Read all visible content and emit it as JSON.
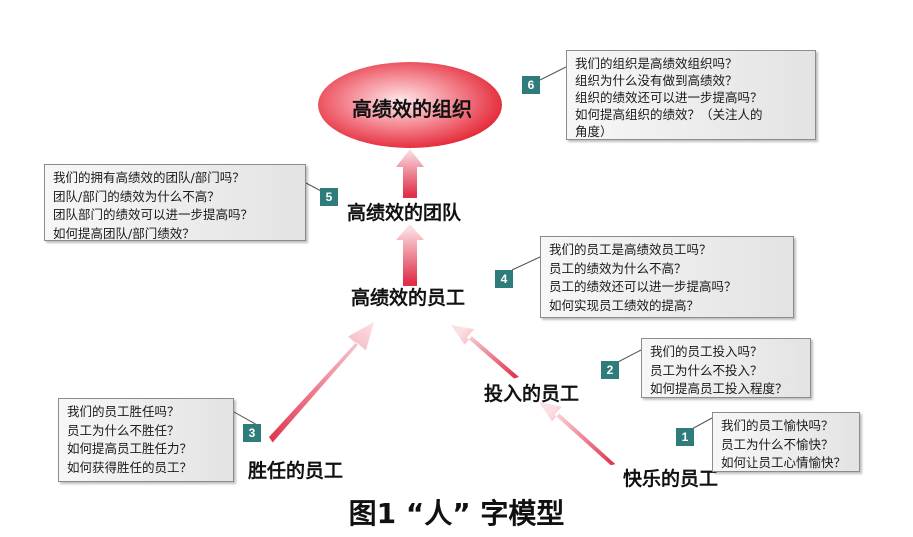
{
  "caption": "图1 “人” 字模型",
  "nodes": {
    "org": "高绩效的组织",
    "team": "高绩效的团队",
    "employee": "高绩效的员工",
    "invest": "投入的员工",
    "competent": "胜任的员工",
    "happy": "快乐的员工"
  },
  "boxes": [
    {
      "number": "1",
      "lines": [
        "我们的员工愉快吗？",
        "员工为什么不愉快？",
        "如何让员工心情愉快？"
      ]
    },
    {
      "number": "2",
      "lines": [
        "我们的员工投入吗？",
        "员工为什么不投入？",
        "如何提高员工投入程度？"
      ]
    },
    {
      "number": "3",
      "lines": [
        "我们的员工胜任吗？",
        "员工为什么不胜任？",
        "如何提高员工胜任力？",
        "如何获得胜任的员工？"
      ]
    },
    {
      "number": "4",
      "lines": [
        "我们的员工是高绩效员工吗？",
        "员工的绩效为什么不高？",
        "员工的绩效还可以进一步提高吗？",
        "如何实现员工绩效的提高？"
      ]
    },
    {
      "number": "5",
      "lines": [
        "我们的拥有高绩效的团队/部门吗？",
        "团队/部门的绩效为什么不高？",
        "团队部门的绩效可以进一步提高吗？",
        "如何提高团队/部门绩效？"
      ]
    },
    {
      "number": "6",
      "lines": [
        "我们的组织是高绩效组织吗？",
        "组织为什么没有做到高绩效？",
        "组织的绩效还可以进一步提高吗？",
        "如何提高组织的绩效？（关注人的",
        "角度）"
      ]
    }
  ],
  "colors": {
    "arrow": "#e0304a",
    "arrow_light": "#fbe0e3",
    "ellipse": "#e8283c",
    "badge": "#2e7d7a"
  }
}
